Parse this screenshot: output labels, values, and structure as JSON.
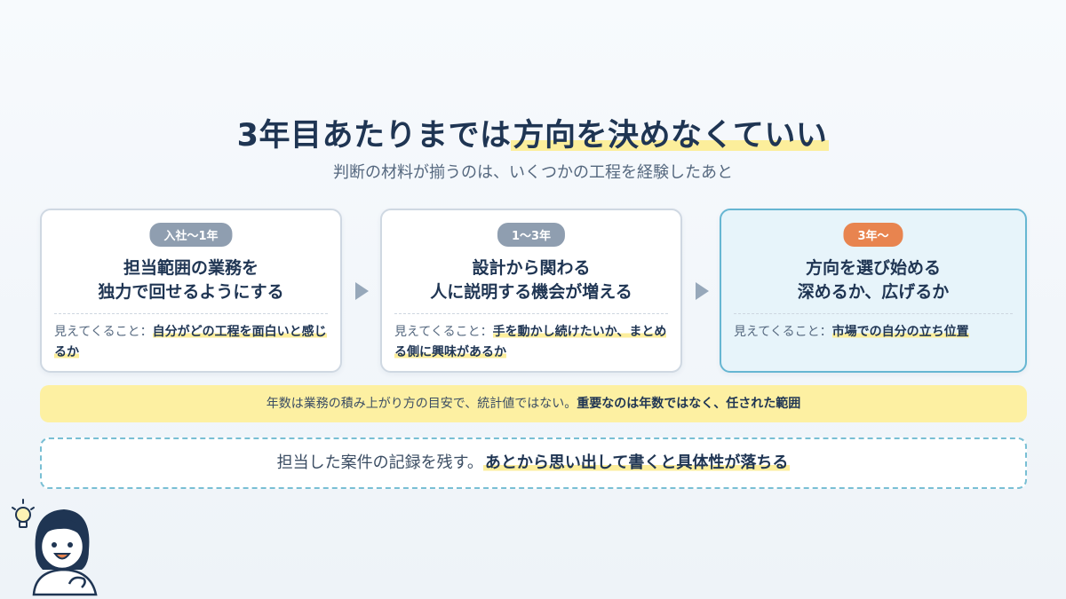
{
  "header": {
    "title_plain": "3年目あたりまでは",
    "title_highlight": "方向を決めなくていい",
    "subtitle": "判断の材料が揃うのは、いくつかの工程を経験したあと"
  },
  "stages": [
    {
      "badge": "入社〜1年",
      "title_line1": "担当範囲の業務を",
      "title_line2": "独力で回せるようにする",
      "note_label": "見えてくること：",
      "note_value": "自分がどの工程を面白いと感じるか"
    },
    {
      "badge": "1〜3年",
      "title_line1": "設計から関わる",
      "title_line2": "人に説明する機会が増える",
      "note_label": "見えてくること：",
      "note_value": "手を動かし続けたいか、まとめる側に興味があるか"
    },
    {
      "badge": "3年〜",
      "title_line1": "方向を選び始める",
      "title_line2": "深めるか、広げるか",
      "note_label": "見えてくること：",
      "note_value": "市場での自分の立ち位置"
    }
  ],
  "banner": {
    "plain": "年数は業務の積み上がり方の目安で、統計値ではない。",
    "bold": "重要なのは年数ではなく、任された範囲"
  },
  "tip": {
    "plain": "担当した案件の記録を残す。",
    "bold": "あとから思い出して書くと具体性が落ちる"
  },
  "colors": {
    "navy": "#1f3553",
    "highlight_yellow": "#fcee9b",
    "badge_gray": "#8f9eb0",
    "badge_orange": "#e8844f",
    "accent_blue": "#66b6d2"
  },
  "icons": {
    "arrow": "triangle-right-icon",
    "mascot": "person-with-lightbulb-illustration"
  }
}
